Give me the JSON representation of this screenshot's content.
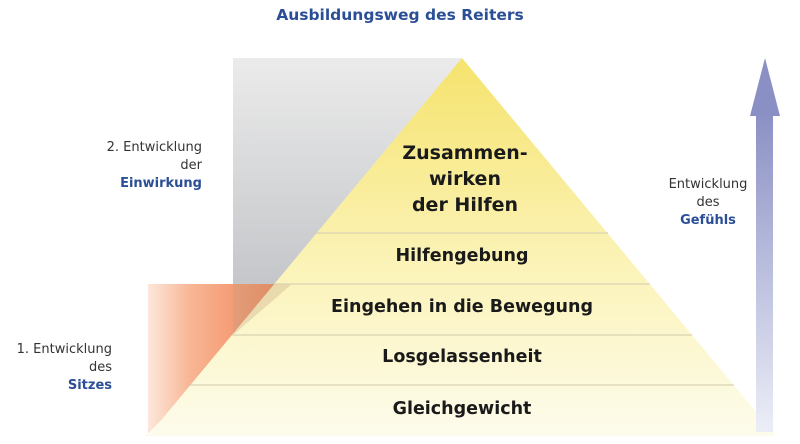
{
  "title": "Ausbildungsweg des Reiters",
  "left_lower": {
    "line": "1. Entwicklung des",
    "emph": "Sitzes"
  },
  "left_upper": {
    "line": "2. Entwicklung der",
    "emph": "Einwirkung"
  },
  "right": {
    "line1": "Entwicklung",
    "line2": "des",
    "emph": "Gefühls"
  },
  "pyramid": {
    "top": [
      "Zusammen-",
      "wirken",
      "der Hilfen"
    ],
    "levels": [
      "Hilfengebung",
      "Eingehen in die Bewegung",
      "Losgelassenheit",
      "Gleichgewicht"
    ]
  },
  "colors": {
    "title": "#2b4f96",
    "pyramid_light": "#fdfbe0",
    "pyramid_dark": "#f6e57a",
    "gray_block": "#9ea1a6",
    "orange_block": "#f07e4d",
    "arrow": "#8f95c8"
  }
}
